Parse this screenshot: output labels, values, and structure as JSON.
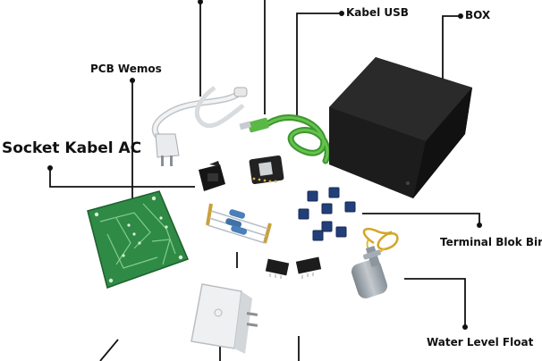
{
  "labels": {
    "kabel_usb": "Kabel USB",
    "box": "BOX",
    "pcb_wemos": "PCB Wemos",
    "socket_kabel_ac": "Socket Kabel AC",
    "terminal_blok_biru": "Terminal Blok Biru",
    "water_level_float": "Water Level Float"
  },
  "colors": {
    "leader_line": "#111111",
    "pcb": "#2f8a45",
    "box": "#1c1c1c",
    "usb_cable": "#4cab3a",
    "terminal_block": "#223f7a",
    "float": "#9aa3ab",
    "float_cable": "#d2a628"
  }
}
